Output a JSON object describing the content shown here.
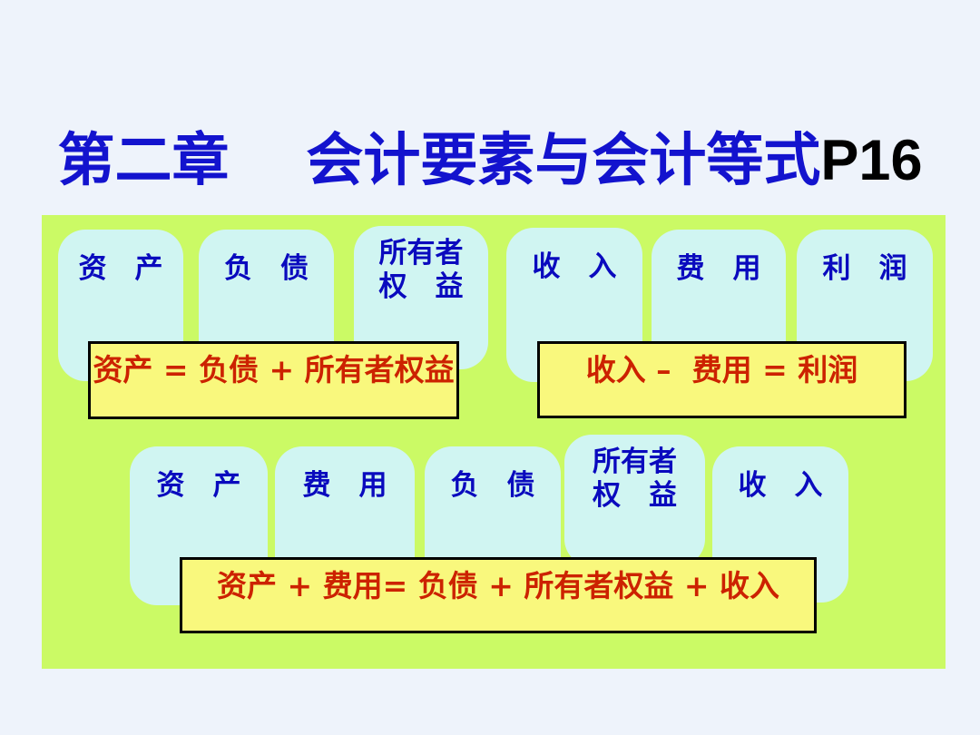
{
  "page": {
    "background": "#EEF3FB"
  },
  "title": {
    "text": "第二章　 会计要素与会计等式",
    "page_ref": "P16",
    "color": "#1313CE",
    "page_ref_color": "#000000"
  },
  "panel": {
    "background": "#CBFA65"
  },
  "element_box_style": {
    "background": "#D0F5F2",
    "text_color": "#0A0ABE"
  },
  "equation_box_style": {
    "background": "#F9F87D",
    "border_color": "#000000",
    "text_color": "#CC2200"
  },
  "top_row": {
    "boxes": [
      {
        "id": "assets",
        "label": "资　产"
      },
      {
        "id": "liabilities",
        "label": "负　债"
      },
      {
        "id": "owners-equity",
        "label": "所有者",
        "label2": "权　益"
      },
      {
        "id": "revenue",
        "label": "收　入"
      },
      {
        "id": "expenses",
        "label": "费　用"
      },
      {
        "id": "profit",
        "label": "利　润"
      }
    ]
  },
  "equations": {
    "balance": "资产 = 负债 + 所有者权益",
    "profit": "收入 –  费用 = 利润",
    "expanded": "资产 + 费用= 负债 + 所有者权益 + 收入"
  },
  "middle_row": {
    "boxes": [
      {
        "id": "assets",
        "label": "资　产"
      },
      {
        "id": "expenses",
        "label": "费　用"
      },
      {
        "id": "liabilities",
        "label": "负　债"
      },
      {
        "id": "owners-equity",
        "label": "所有者",
        "label2": "权　益"
      },
      {
        "id": "revenue",
        "label": "收　入"
      }
    ]
  }
}
